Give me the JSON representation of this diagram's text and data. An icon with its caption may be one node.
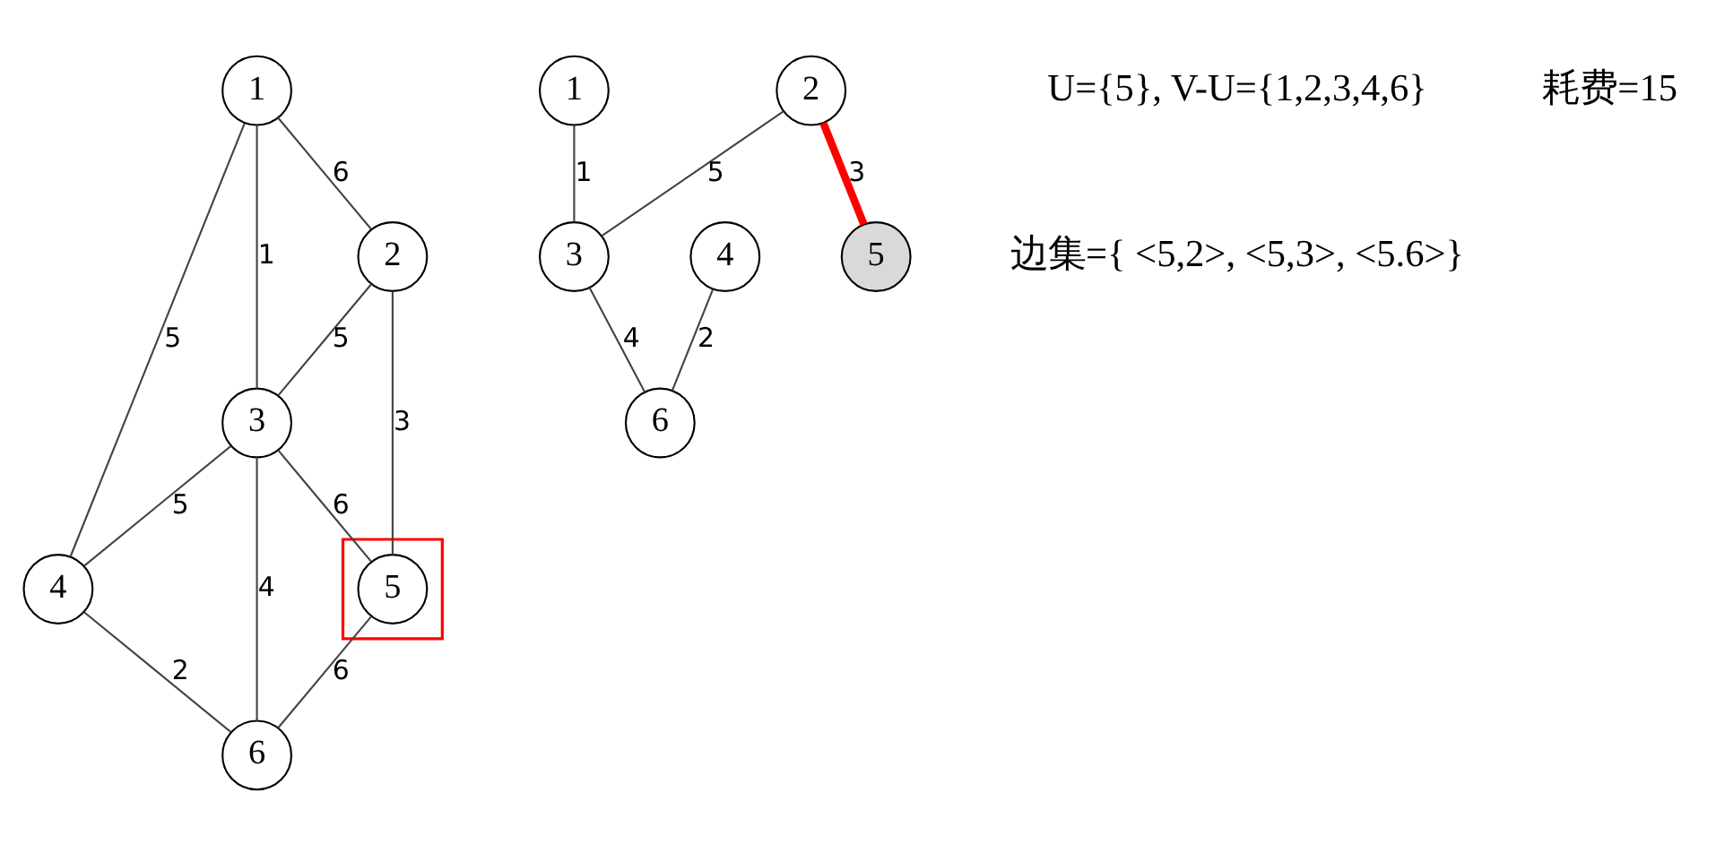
{
  "diagram": {
    "nodes": [
      {
        "text": [
          "1"
        ]
      },
      {
        "text": [
          "2"
        ]
      },
      {
        "text": [
          "3"
        ]
      },
      {
        "text": [
          "4"
        ]
      },
      {
        "text": [],
        "shape": "box"
      },
      {
        "text": [
          "5"
        ],
        "in": 4
      },
      {
        "text": [
          "6"
        ]
      },
      {
        "text": [
          "1"
        ]
      },
      {
        "text": [
          "2"
        ]
      },
      {
        "text": [
          "3"
        ]
      },
      {
        "text": [
          "4"
        ]
      },
      {
        "text": [
          "5"
        ]
      },
      {
        "text": [
          "6"
        ]
      }
    ],
    "edges": [
      {
        "from": 0,
        "to": 1,
        "arrow": "none",
        "label": "6"
      },
      {
        "from": 0,
        "to": 2,
        "arrow": "none",
        "label": "1"
      },
      {
        "from": 0,
        "to": 3,
        "arrow": "none",
        "label": "5"
      },
      {
        "from": 1,
        "to": 2,
        "arrow": "none",
        "label": "5"
      },
      {
        "from": 2,
        "to": 3,
        "arrow": "none",
        "label": "5"
      },
      {
        "from": 1,
        "to": 5,
        "arrow": "none",
        "label": "3"
      },
      {
        "from": 2,
        "to": 5,
        "arrow": "none",
        "label": "6"
      },
      {
        "from": 2,
        "to": 6,
        "arrow": "none",
        "label": "4"
      },
      {
        "from": 3,
        "to": 6,
        "arrow": "none",
        "label": "2"
      },
      {
        "from": 5,
        "to": 6,
        "arrow": "none",
        "label": "6"
      },
      {
        "from": 7,
        "to": 9,
        "arrow": "none",
        "label": "1"
      },
      {
        "from": 8,
        "to": 9,
        "arrow": "none",
        "label": "5"
      },
      {
        "from": 8,
        "to": 11,
        "arrow": "none",
        "label": "3",
        "style": "thick",
        "color": "#ff0000"
      },
      {
        "from": 9,
        "to": 12,
        "arrow": "none",
        "label": "4"
      },
      {
        "from": 10,
        "to": 12,
        "arrow": "none",
        "label": "2"
      }
    ],
    "labels": [
      "U={5}, V-U={1,2,3,4,6}",
      "边集={ <5,2>, <5,3>, <5.6>}",
      "耗费=15"
    ]
  }
}
